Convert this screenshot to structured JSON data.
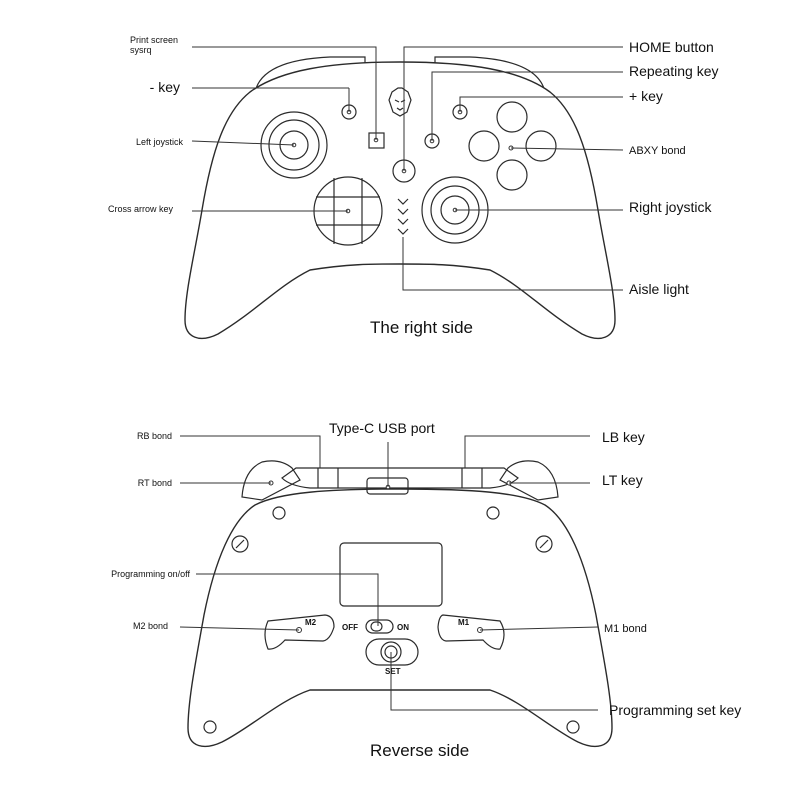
{
  "front": {
    "caption": "The right side",
    "labels": {
      "print_screen": "Print screen",
      "sysrq": "sysrq",
      "minus_key": "- key",
      "left_joystick": "Left joystick",
      "cross_arrow_key": "Cross arrow key",
      "home_button": "HOME button",
      "repeating_key": "Repeating key",
      "plus_key": "+ key",
      "abxy_bond": "ABXY bond",
      "right_joystick": "Right joystick",
      "aisle_light": "Aisle light"
    }
  },
  "back": {
    "caption": "Reverse side",
    "labels": {
      "type_c_usb_port": "Type-C USB port",
      "rb_bond": "RB bond",
      "rt_bond": "RT bond",
      "lb_key": "LB key",
      "lt_key": "LT key",
      "programming_on_off": "Programming on/off",
      "m2_bond": "M2 bond",
      "m1_bond": "M1 bond",
      "programming_set_key": "Programming set key"
    },
    "switch": {
      "off": "OFF",
      "on": "ON"
    },
    "paddles": {
      "m2": "M2",
      "m1": "M1"
    },
    "set_button": "SET"
  }
}
